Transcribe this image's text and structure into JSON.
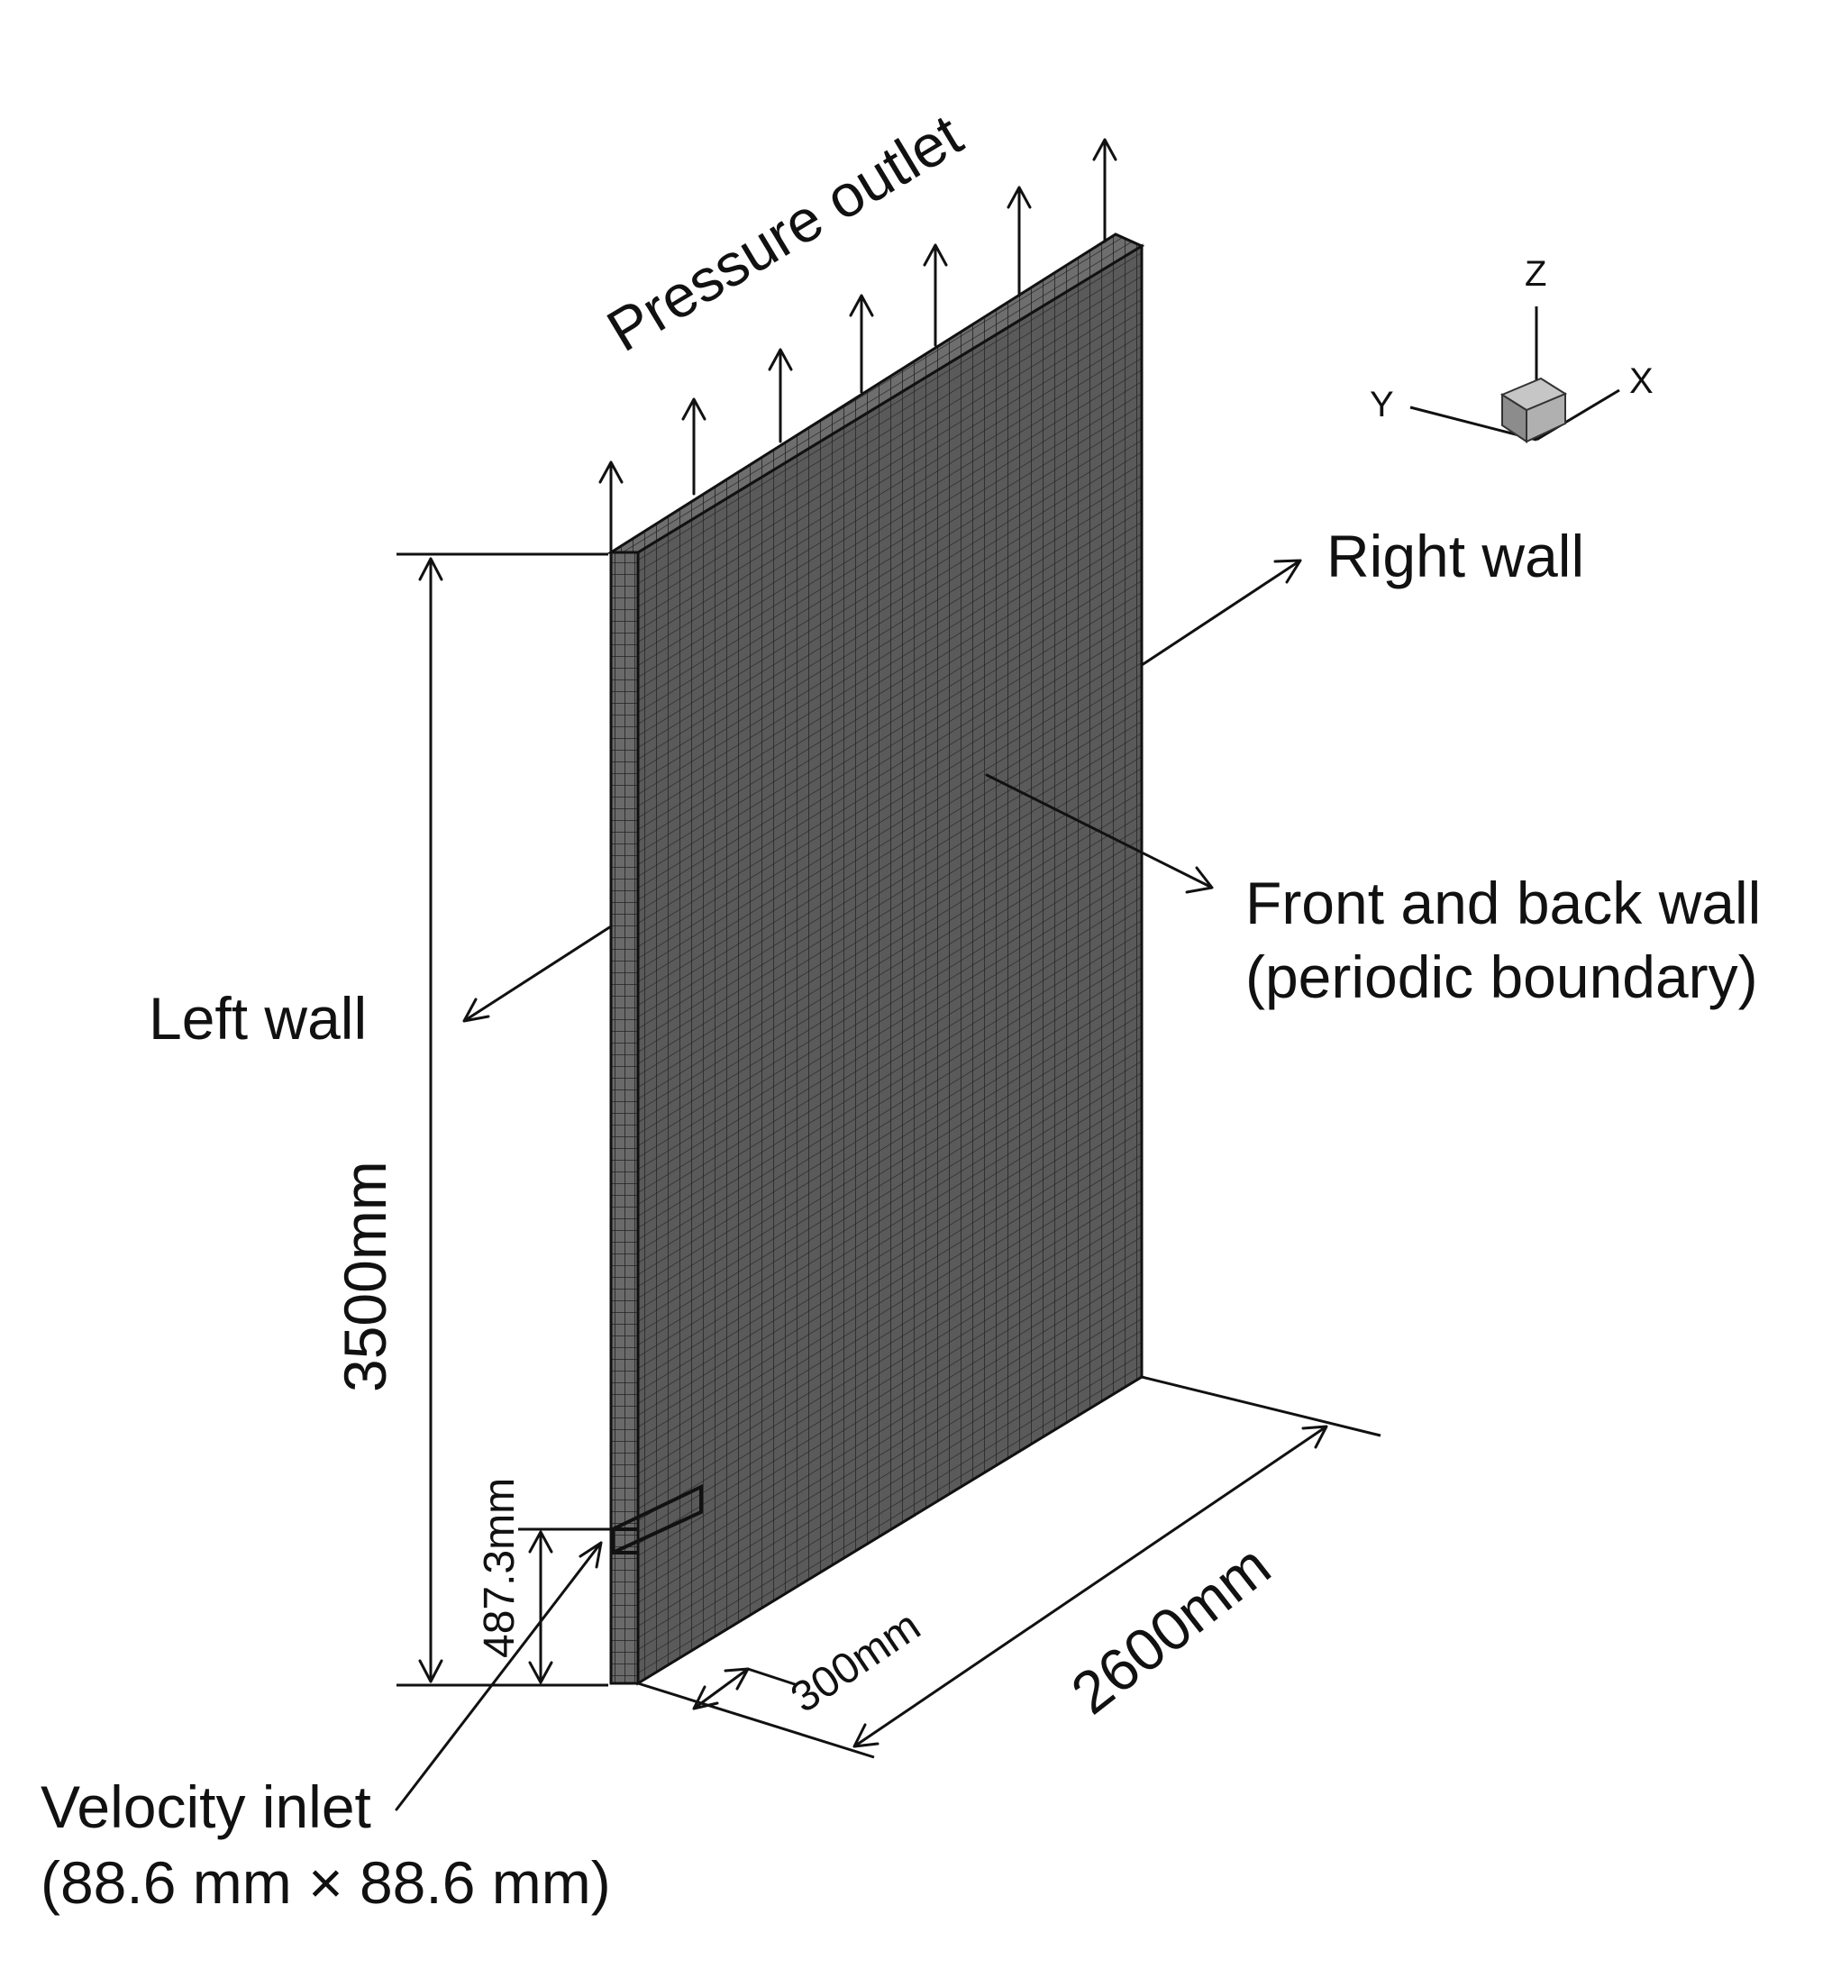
{
  "labels": {
    "pressure_outlet": "Pressure outlet",
    "right_wall": "Right wall",
    "front_back_line1": "Front and back wall",
    "front_back_line2": "(periodic boundary)",
    "left_wall": "Left wall",
    "velocity_inlet_line1": "Velocity inlet",
    "velocity_inlet_line2": "(88.6 mm × 88.6 mm)"
  },
  "dimensions": {
    "height": "3500mm",
    "inlet_height": "487.3mm",
    "thickness": "300mm",
    "width": "2600mm"
  },
  "axes": {
    "x": "X",
    "y": "Y",
    "z": "Z"
  },
  "colors": {
    "mesh_face": "#5a5a5a",
    "mesh_line": "#2a2a2a",
    "ink": "#111111",
    "triad_cube": "#9a9a9a"
  }
}
